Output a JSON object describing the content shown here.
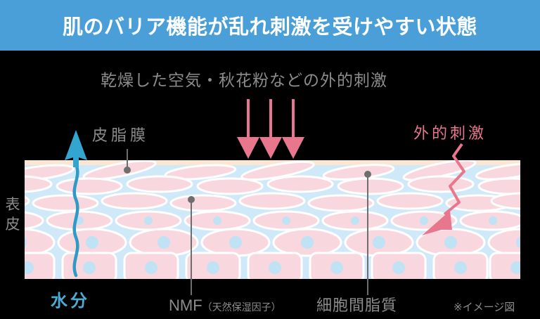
{
  "header": {
    "title": "肌のバリア機能が乱れ刺激を受けやすい状態",
    "bg_color": "#4a9fd8",
    "text_color": "#ffffff"
  },
  "colors": {
    "background": "#000000",
    "header_blue": "#4a9fd8",
    "skin_fill": "#cfe9f8",
    "cell_pink": "#f9d7de",
    "cell_border": "#ffffff",
    "nucleus_blue": "#bfe2f5",
    "sebum_film": "#fae6d2",
    "arrow_pink": "#e8778e",
    "arrow_blue": "#2f9ac4",
    "label_gray": "#8c8c8c",
    "label_blue": "#4aadd6",
    "pointer_gray": "#6e6e6e"
  },
  "labels": {
    "external_stimulus_top": "乾燥した空気・秋花粉などの外的刺激",
    "sebum_film": "皮脂膜",
    "external_stimulus_side": "外的刺激",
    "epidermis": "表皮",
    "moisture": "水分",
    "nmf_main": "NMF",
    "nmf_sub": "（天然保湿因子）",
    "intercellular_lipid": "細胞間脂質",
    "note": "※イメージ図"
  },
  "diagram": {
    "name": "skin-barrier-cross-section",
    "arrows_down_count": 3,
    "cell_rows": 6,
    "moisture_arrow_direction": "up",
    "stimulus_arrow_direction": "down-left"
  }
}
